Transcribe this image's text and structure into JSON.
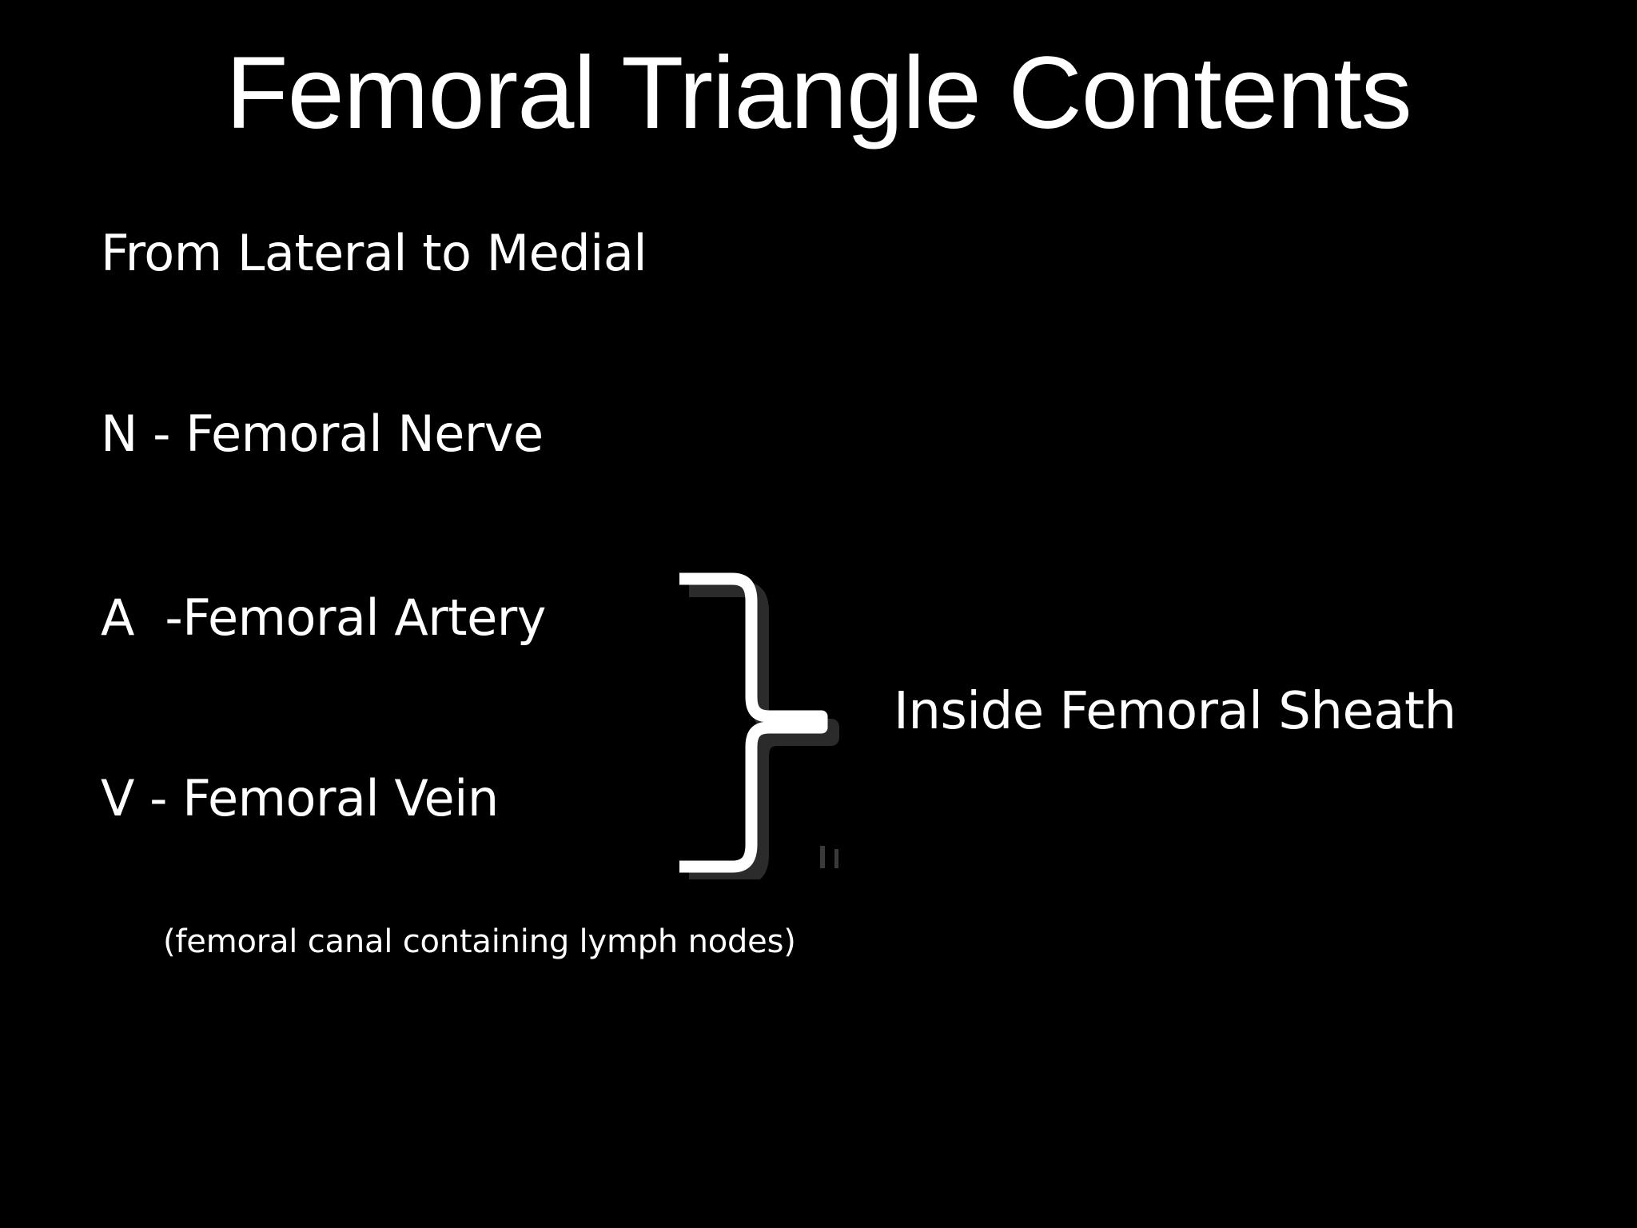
{
  "slide": {
    "background_color": "#000000",
    "text_color": "#ffffff",
    "shadow_color": "#2b2b2b",
    "title": "Femoral Triangle Contents"
  },
  "body": {
    "intro": "From Lateral to Medial",
    "items": [
      {
        "letter": "N",
        "text": "N - Femoral Nerve"
      },
      {
        "letter": "A",
        "text": "A  -Femoral Artery"
      },
      {
        "letter": "V",
        "text": "V - Femoral Vein"
      }
    ],
    "intro_line": "From Lateral to Medial",
    "nerve_line": "N - Femoral Nerve",
    "artery_line": "A  -Femoral Artery",
    "vein_line": "V - Femoral Vein",
    "sheath_label": "Inside Femoral Sheath",
    "footnote": "(femoral canal containing lymph nodes)"
  },
  "graphics": {
    "brace": {
      "shape": "right-curly-brace",
      "groups": [
        "A  -Femoral Artery",
        "V - Femoral Vein"
      ],
      "points_to": "Inside Femoral Sheath"
    }
  }
}
